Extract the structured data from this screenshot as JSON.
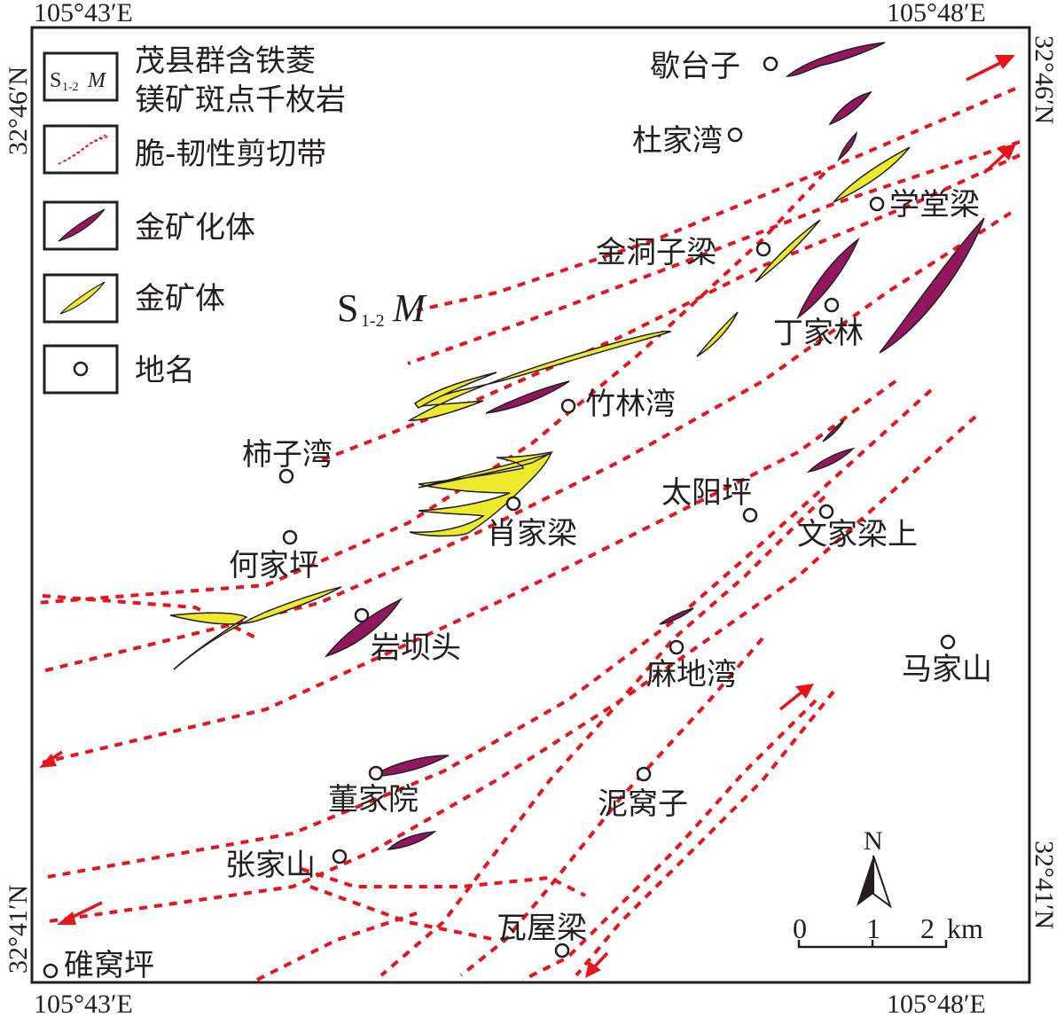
{
  "coords": {
    "top_left": "105°43′E",
    "top_right": "105°48′E",
    "bottom_left": "105°43′E",
    "bottom_right": "105°48′E",
    "left_upper": "32°46′N",
    "left_lower": "32°41′N",
    "right_upper": "32°46′N",
    "right_lower": "32°41′N"
  },
  "legend": [
    {
      "key": "strata",
      "label_line1": "茂县群含铁菱",
      "label_line2": "镁矿斑点千枚岩",
      "symbol_main": "S",
      "symbol_sub": "1-2",
      "symbol_italic": "M"
    },
    {
      "key": "shear",
      "label": "脆-韧性剪切带"
    },
    {
      "key": "mineralized",
      "label": "金矿化体",
      "color": "#93165e"
    },
    {
      "key": "orebody",
      "label": "金矿体",
      "color": "#ecea2b"
    },
    {
      "key": "place",
      "label": "地名"
    }
  ],
  "unit_label": {
    "main": "S",
    "sub": "1-2",
    "italic": "M"
  },
  "places": [
    {
      "name": "歇台子"
    },
    {
      "name": "杜家湾"
    },
    {
      "name": "学堂梁"
    },
    {
      "name": "金洞子梁"
    },
    {
      "name": "丁家林"
    },
    {
      "name": "竹林湾"
    },
    {
      "name": "柿子湾"
    },
    {
      "name": "太阳坪"
    },
    {
      "name": "肖家梁"
    },
    {
      "name": "文家梁上"
    },
    {
      "name": "何家坪"
    },
    {
      "name": "岩坝头"
    },
    {
      "name": "麻地湾"
    },
    {
      "name": "马家山"
    },
    {
      "name": "董家院"
    },
    {
      "name": "泥窝子"
    },
    {
      "name": "张家山"
    },
    {
      "name": "瓦屋梁"
    },
    {
      "name": "碓窝坪"
    }
  ],
  "north_arrow": {
    "label": "N"
  },
  "scale_bar": {
    "ticks": [
      "0",
      "1",
      "2"
    ],
    "unit": "km"
  },
  "colors": {
    "fault": "#e8141b",
    "orebody": "#ecea2b",
    "mineralized": "#93165e",
    "frame": "#231f20"
  }
}
